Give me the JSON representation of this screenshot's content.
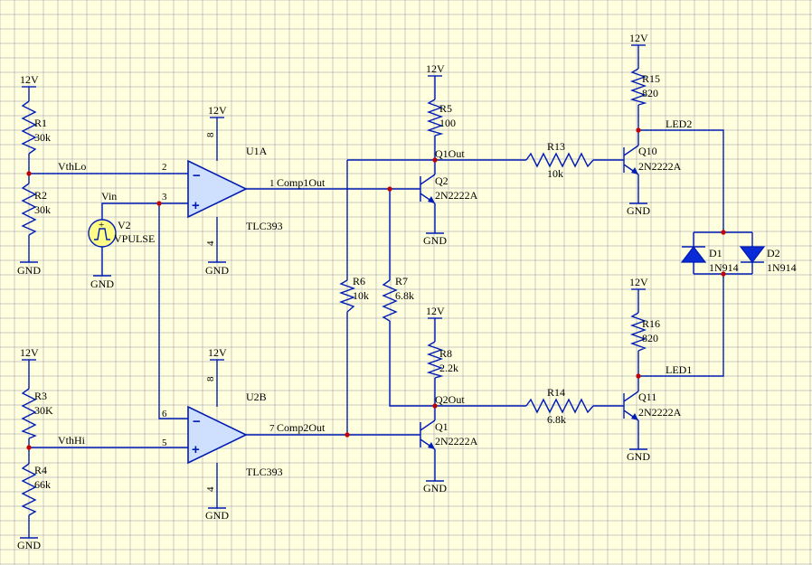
{
  "labels": {
    "vcc": "12V",
    "gnd": "GND",
    "r1_ref": "R1",
    "r1_val": "30k",
    "r2_ref": "R2",
    "r2_val": "30k",
    "r3_ref": "R3",
    "r3_val": "30K",
    "r4_ref": "R4",
    "r4_val": "66k",
    "r5_ref": "R5",
    "r5_val": "100",
    "r6_ref": "R6",
    "r6_val": "10k",
    "r7_ref": "R7",
    "r7_val": "6.8k",
    "r8_ref": "R8",
    "r8_val": "2.2k",
    "r13_ref": "R13",
    "r13_val": "10k",
    "r14_ref": "R14",
    "r14_val": "6.8k",
    "r15_ref": "R15",
    "r15_val": "820",
    "r16_ref": "R16",
    "r16_val": "820",
    "u1_ref": "U1A",
    "u2_ref": "U2B",
    "opamp_part": "TLC393",
    "v2_ref": "V2",
    "v2_val": "VPULSE",
    "q1_ref": "Q1",
    "q2_ref": "Q2",
    "q10_ref": "Q10",
    "q11_ref": "Q11",
    "transistor_part": "2N2222A",
    "d1_ref": "D1",
    "d2_ref": "D2",
    "diode_part": "1N914",
    "net_vthlo": "VthLo",
    "net_vthhi": "VthHi",
    "net_vin": "Vin",
    "net_comp1": "Comp1Out",
    "net_comp2": "Comp2Out",
    "net_q1out": "Q1Out",
    "net_q2out": "Q2Out",
    "net_led1": "LED1",
    "net_led2": "LED2",
    "pin_1": "1",
    "pin_2": "2",
    "pin_3": "3",
    "pin_4": "4",
    "pin_5": "5",
    "pin_6": "6",
    "pin_7": "7",
    "pin_8": "8",
    "minus_sign": "−",
    "plus_sign": "+"
  },
  "colors": {
    "background": "#ffffdd",
    "grid": "#c8c8c8",
    "wire": "#001cb4",
    "junction": "#c00000",
    "opamp_fill": "#cfe0ff",
    "diode_fill": "#0a2bd6",
    "source_fill": "#ffff88"
  },
  "icons": {
    "resistor": "zigzag-resistor-icon",
    "opamp": "triangle-opamp-icon",
    "npn": "npn-transistor-icon",
    "diode": "diode-triangle-icon",
    "source": "pulse-source-icon",
    "ground": "ground-bar-icon"
  }
}
